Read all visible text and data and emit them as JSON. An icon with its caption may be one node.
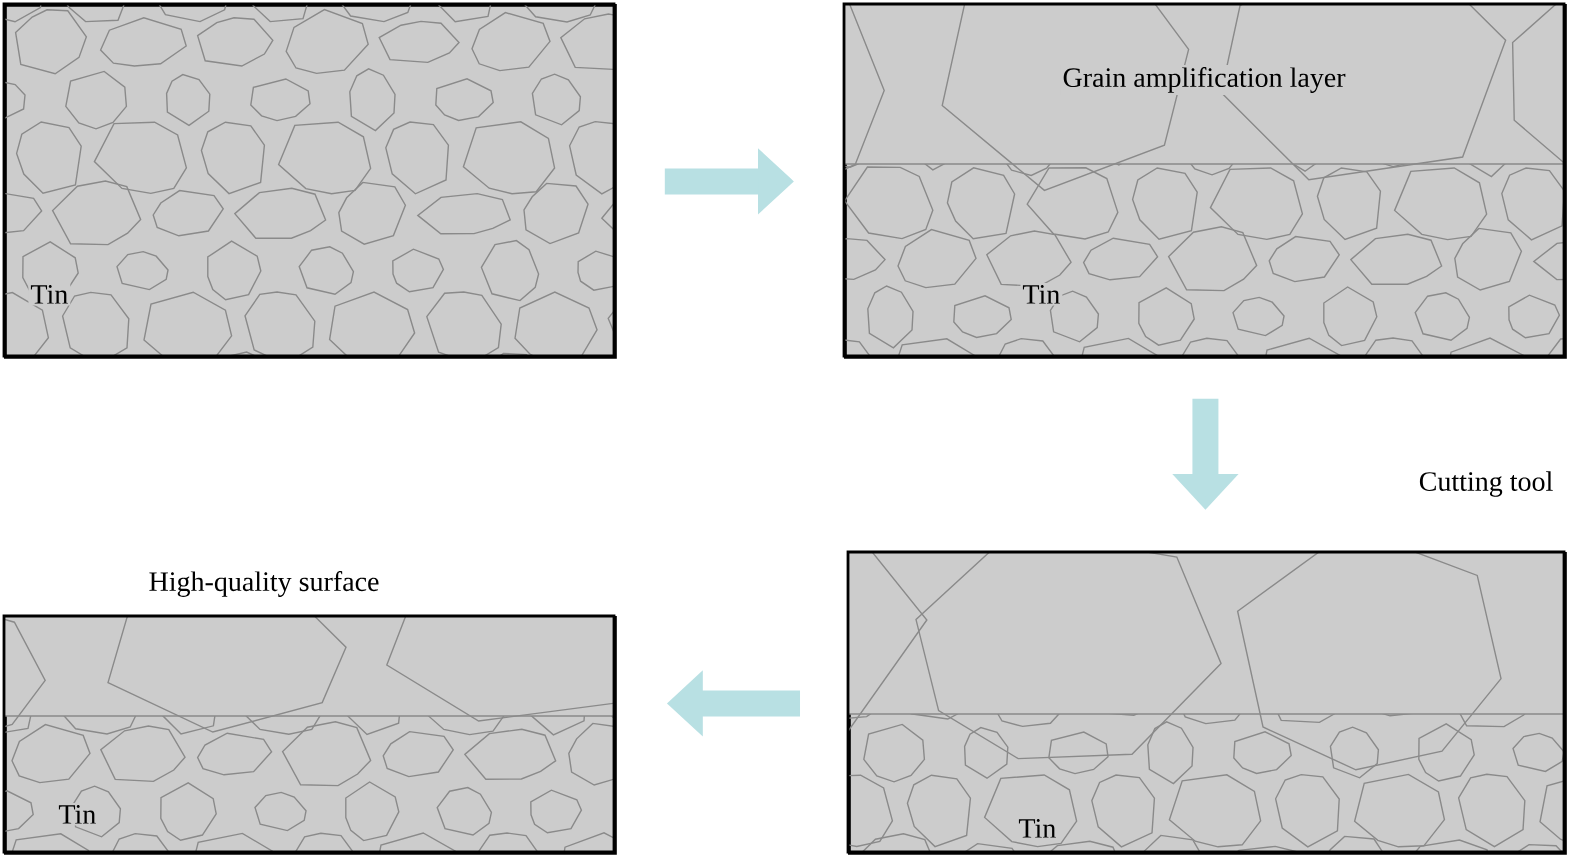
{
  "diagram": {
    "nodes": [
      {
        "text": [
          "Tin"
        ]
      },
      {
        "text": [
          "Grain amplification layer",
          "Tin"
        ]
      },
      {
        "text": [
          "Tin"
        ],
        "beside": [
          "Cutting tool"
        ]
      },
      {
        "text": [
          "High-quality surface",
          "Tin"
        ]
      }
    ],
    "edges": [
      {
        "from": 0,
        "to": 1,
        "arrow": "to"
      },
      {
        "from": 1,
        "to": 2,
        "arrow": "to"
      },
      {
        "from": 2,
        "to": 3,
        "arrow": "to"
      }
    ]
  }
}
